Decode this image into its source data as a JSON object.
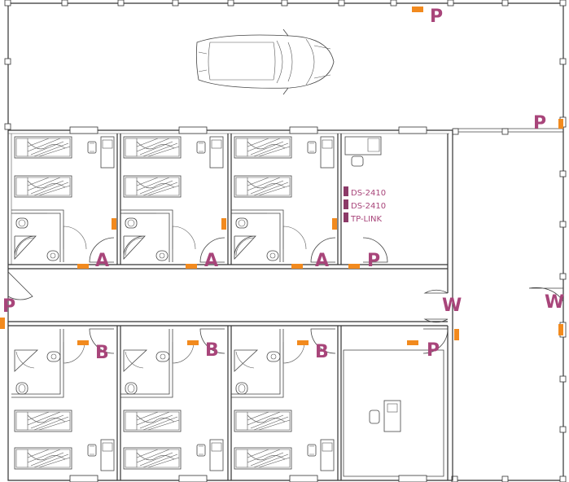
{
  "labels": {
    "p_top": "P",
    "p_right": "P",
    "p_left": "P",
    "p_server": "P",
    "p_office": "P",
    "a1": "A",
    "a2": "A",
    "a3": "A",
    "b1": "B",
    "b2": "B",
    "b3": "B",
    "w_corridor": "W",
    "w_right": "W"
  },
  "devices": [
    "DS-2410",
    "DS-2410",
    "TP-LINK"
  ],
  "colors": {
    "marker": "#f28a1e",
    "label": "#a8457a",
    "wall": "#333333"
  }
}
